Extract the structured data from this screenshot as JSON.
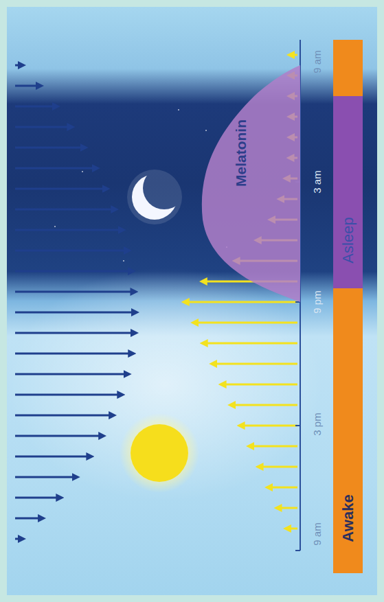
{
  "diagram": {
    "nodes": [
      {
        "text": [
          "Melatonin"
        ]
      },
      {
        "text": [
          "Awake"
        ]
      },
      {
        "text": [
          "Asleep"
        ]
      }
    ],
    "labels": [
      "9 am",
      "3 pm",
      "9 pm",
      "3 am",
      "9 am"
    ]
  }
}
